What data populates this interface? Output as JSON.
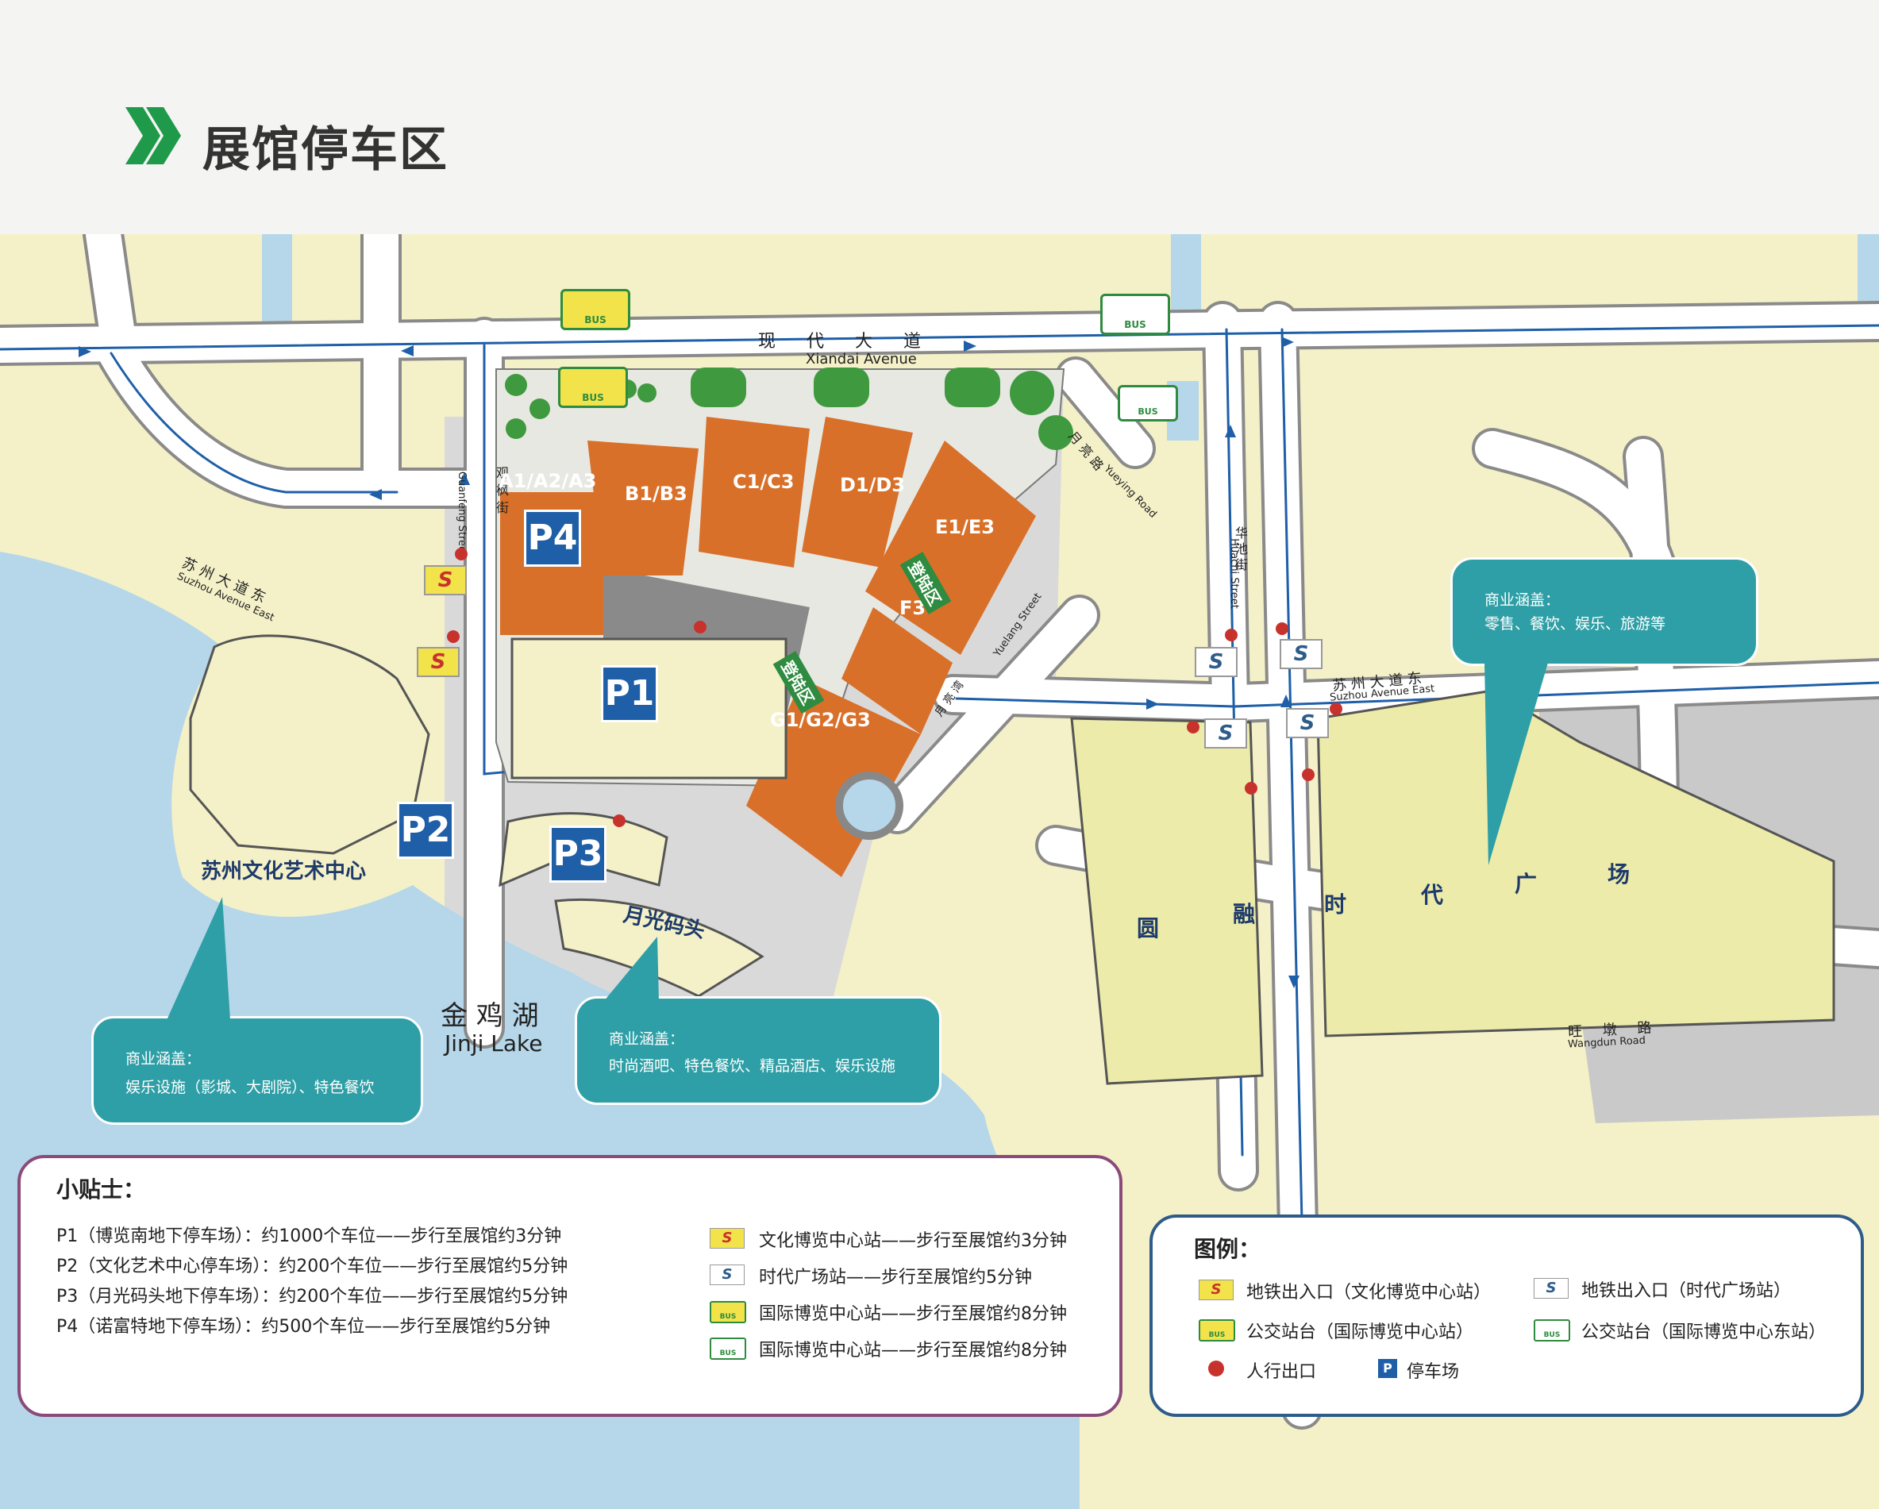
{
  "header": {
    "title": "展馆停车区"
  },
  "roads": {
    "xiandai_cn": "现 代 大 道",
    "xiandai_en": "Xiandai Avenue",
    "guanfeng_cn": "观 枫 街",
    "guanfeng_en": "Guanfeng Street",
    "suzhou_west_cn": "苏 州 大 道 东",
    "suzhou_west_en": "Suzhou Avenue East",
    "suzhou_east_cn": "苏 州 大 道 东",
    "suzhou_east_en": "Suzhou Avenue East",
    "yueying_cn": "月 亮 路",
    "yueying_en": "Yueying Road",
    "huachi_cn": "华 池 街",
    "huachi_en": "Huachi Street",
    "yuelang_en": "Yuelang Street",
    "yueliangwan": "月 亮 湾",
    "wangdun_cn": "旺 墩 路",
    "wangdun_en": "Wangdun Road"
  },
  "halls": {
    "a": "A1/A2/A3",
    "b": "B1/B3",
    "c": "C1/C3",
    "d": "D1/D3",
    "e": "E1/E3",
    "f": "F3",
    "g": "G1/G2/G3",
    "landing1": "登陆区",
    "landing2": "登陆区"
  },
  "parking": {
    "p1": "P1",
    "p2": "P2",
    "p3": "P3",
    "p4": "P4"
  },
  "places": {
    "culture_center": "苏州文化艺术中心",
    "moonlight_pier": "月光码头",
    "lake_cn": "金 鸡 湖",
    "lake_en": "Jinji Lake",
    "times_square": [
      "圆",
      "融",
      "时",
      "代",
      "广",
      "场"
    ]
  },
  "callouts": {
    "left": {
      "title": "商业涵盖：",
      "body": "娱乐设施（影城、大剧院）、特色餐饮"
    },
    "middle": {
      "title": "商业涵盖：",
      "body": "时尚酒吧、特色餐饮、精品酒店、娱乐设施"
    },
    "right": {
      "title": "商业涵盖：",
      "body": "零售、餐饮、娱乐、旅游等"
    }
  },
  "tips": {
    "title": "小贴士：",
    "lines": [
      "P1（博览南地下停车场）：约1000个车位——步行至展馆约3分钟",
      "P2（文化艺术中心停车场）：约200个车位——步行至展馆约5分钟",
      "P3（月光码头地下停车场）：约200个车位——步行至展馆约5分钟",
      "P4（诺富特地下停车场）：约500个车位——步行至展馆约5分钟"
    ],
    "stations": [
      "文化博览中心站——步行至展馆约3分钟",
      "时代广场站——步行至展馆约5分钟",
      "国际博览中心站——步行至展馆约8分钟",
      "国际博览中心站——步行至展馆约8分钟"
    ]
  },
  "legend": {
    "title": "图例：",
    "metro_culture": "地铁出入口（文化博览中心站）",
    "metro_times": "地铁出入口（时代广场站）",
    "bus_center": "公交站台（国际博览中心站）",
    "bus_east": "公交站台（国际博览中心东站）",
    "exit": "人行出口",
    "parking": "停车场"
  },
  "icons": {
    "bus_label": "BUS",
    "metro_glyph": "S",
    "parking_glyph": "P"
  },
  "colors": {
    "land": "#f4f1c8",
    "water": "#b5d7e9",
    "hall": "#d9702a",
    "road_line": "#1e5fa8",
    "callout": "#2e9fa6",
    "plaza": "#d9d9d9",
    "green": "#3f9a3f"
  }
}
